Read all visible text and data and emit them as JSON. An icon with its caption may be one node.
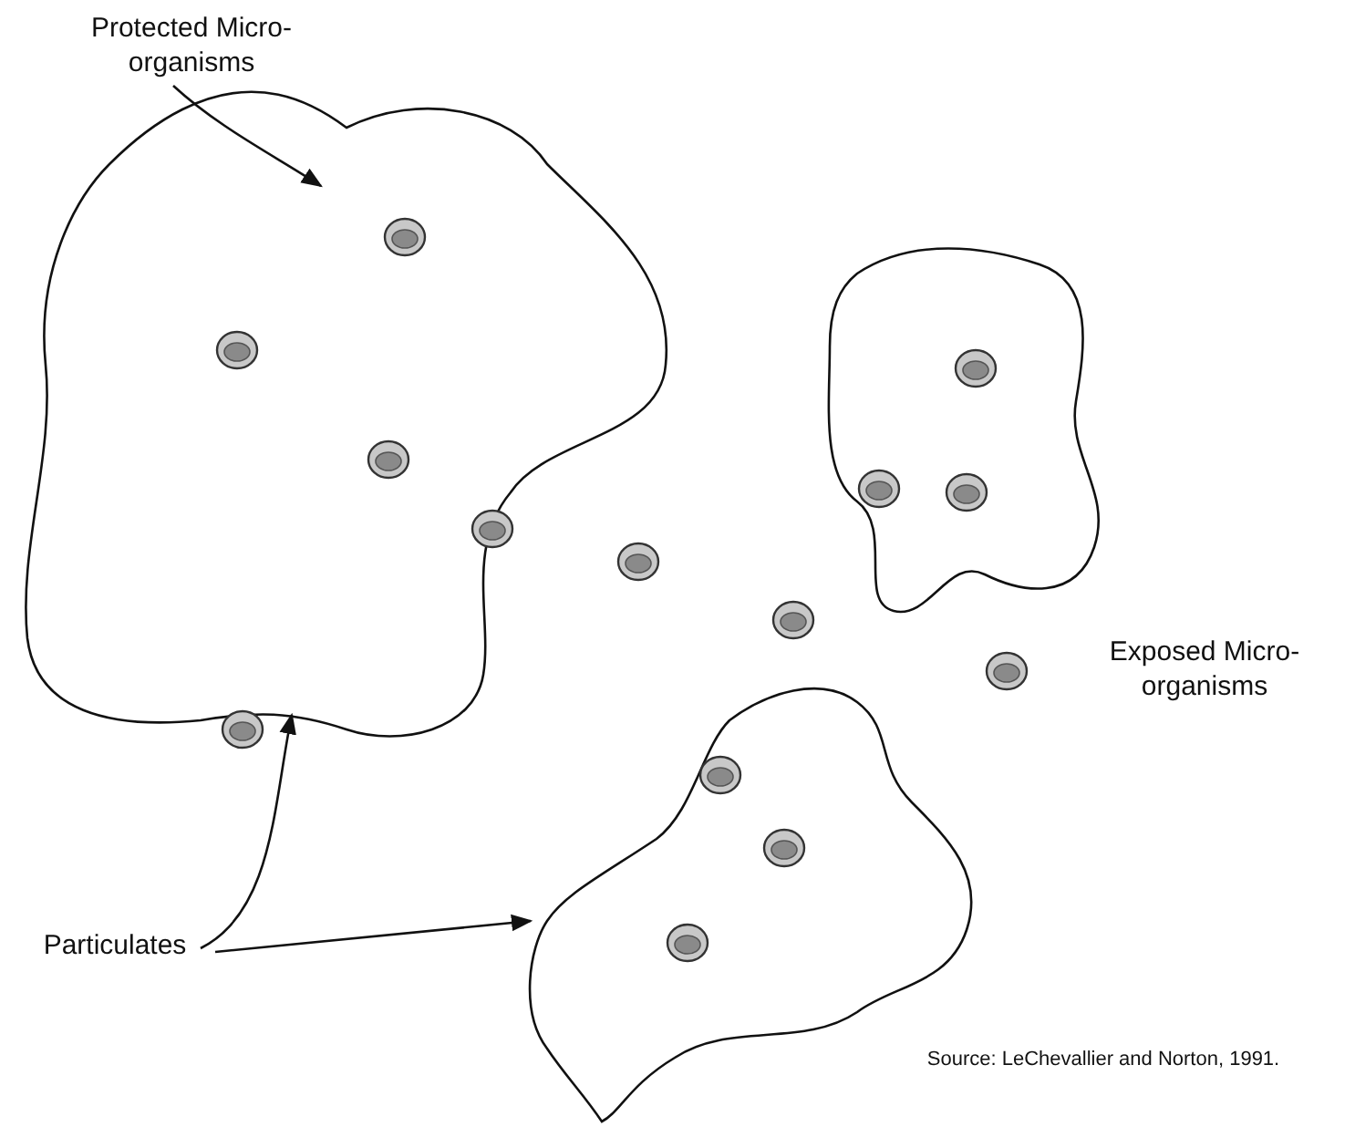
{
  "diagram": {
    "caption": "Source: LeChevallier and Norton, 1991.",
    "nodes": [
      {
        "text": [
          "Protected Micro-organisms"
        ]
      },
      {
        "text": [],
        "shape": "cloud"
      },
      {
        "text": [],
        "shape": "cloud"
      },
      {
        "text": [],
        "shape": "cloud"
      },
      {
        "text": [
          "Particulates"
        ]
      }
    ],
    "edges": [
      {
        "from": 0,
        "to": 1,
        "arrow": "to"
      },
      {
        "from": 4,
        "to": 1,
        "arrow": "to"
      },
      {
        "from": 4,
        "to": 3,
        "arrow": "to"
      }
    ],
    "labels": [
      "Exposed Micro-organisms"
    ]
  }
}
